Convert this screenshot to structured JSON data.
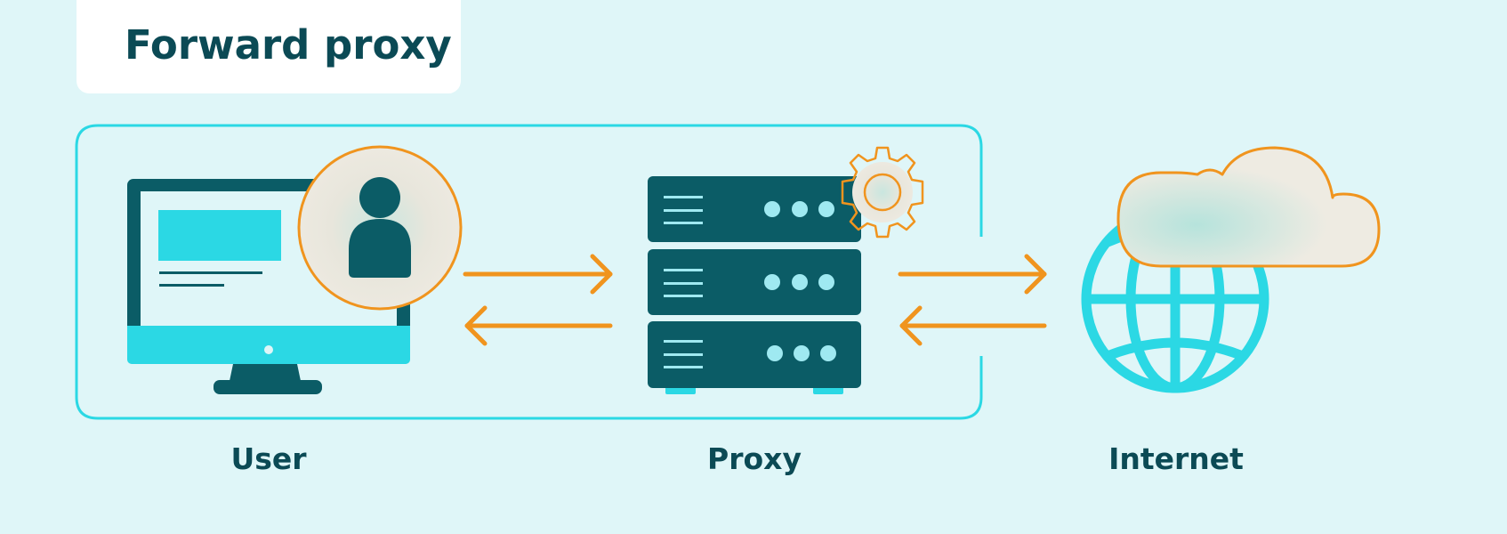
{
  "title": "Forward proxy",
  "nodes": {
    "user": "User",
    "proxy": "Proxy",
    "internet": "Internet"
  },
  "colors": {
    "background": "#dff6f8",
    "dark_teal": "#0b5c66",
    "cyan": "#2bd8e4",
    "orange": "#f0941e",
    "cream": "#efebe2",
    "text": "#0b4a55"
  },
  "icons": [
    "monitor-icon",
    "user-avatar-icon",
    "server-rack-icon",
    "gear-icon",
    "globe-icon",
    "cloud-icon"
  ]
}
